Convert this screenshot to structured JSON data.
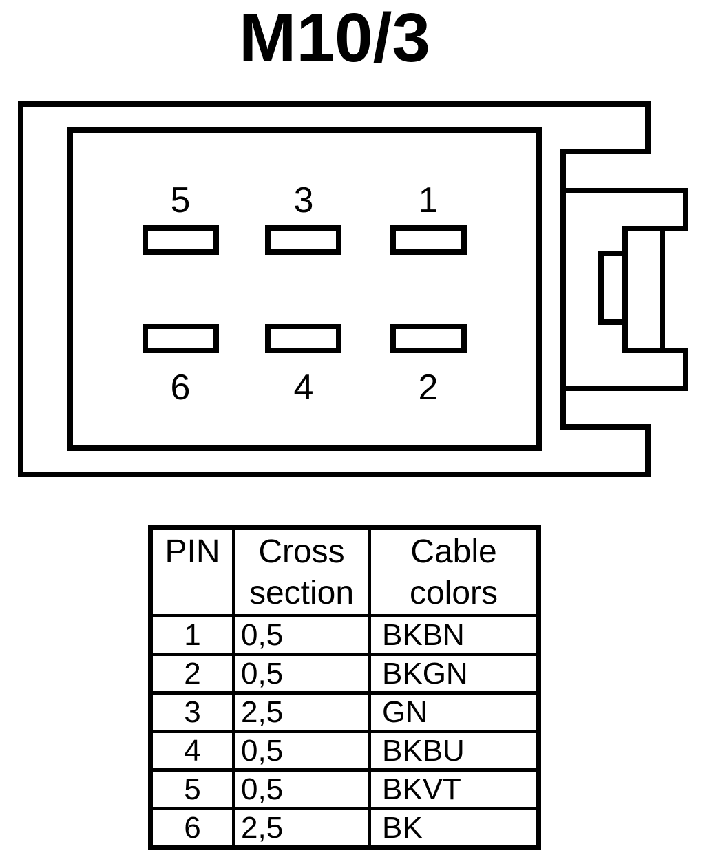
{
  "title": "M10/3",
  "connector": {
    "pins_top": [
      "5",
      "3",
      "1"
    ],
    "pins_bottom": [
      "6",
      "4",
      "2"
    ]
  },
  "table": {
    "headers": {
      "pin": "PIN",
      "cross_section": "Cross section",
      "cable_colors": "Cable colors"
    },
    "rows": [
      {
        "pin": "1",
        "cross_section": "0,5",
        "cable_color": "BKBN"
      },
      {
        "pin": "2",
        "cross_section": "0,5",
        "cable_color": "BKGN"
      },
      {
        "pin": "3",
        "cross_section": "2,5",
        "cable_color": "GN"
      },
      {
        "pin": "4",
        "cross_section": "0,5",
        "cable_color": "BKBU"
      },
      {
        "pin": "5",
        "cross_section": "0,5",
        "cable_color": "BKVT"
      },
      {
        "pin": "6",
        "cross_section": "2,5",
        "cable_color": "BK"
      }
    ]
  },
  "colors": {
    "ink": "#000000",
    "paper": "#ffffff"
  }
}
